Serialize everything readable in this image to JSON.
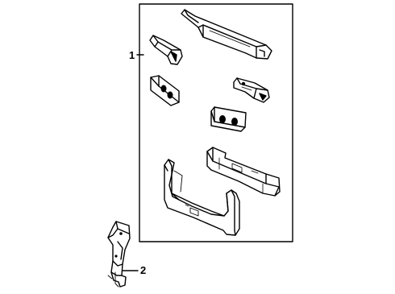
{
  "diagram": {
    "callouts": [
      {
        "number": "1",
        "target": "radiator-support-assembly"
      },
      {
        "number": "2",
        "target": "support-bracket"
      }
    ],
    "parts": [
      "upper-tie-bar",
      "upper-bracket",
      "left-insulator",
      "right-mount-bracket",
      "center-insulator",
      "lower-crossmember",
      "lower-radiator-support",
      "support-bracket"
    ]
  }
}
